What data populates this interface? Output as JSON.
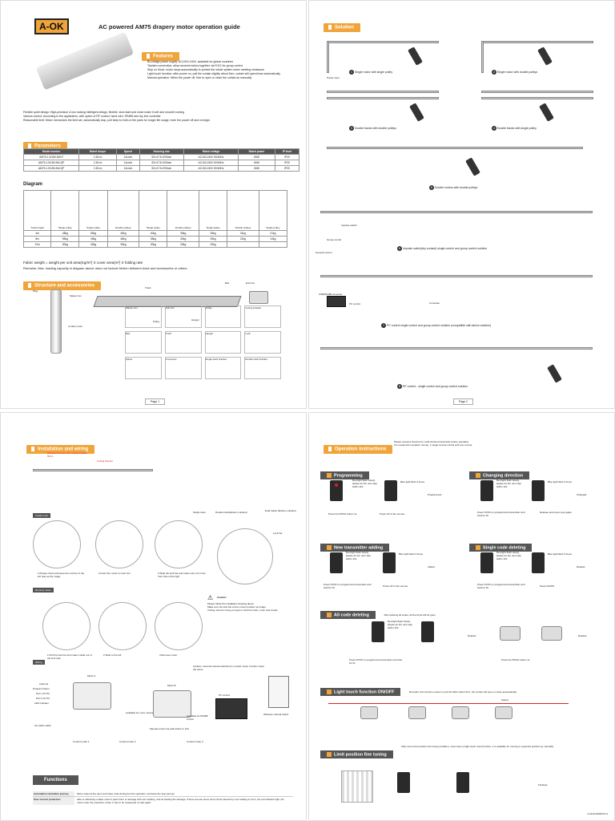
{
  "logo": "A-OK",
  "doc_title": "AC powered AM75 drapery motor operation guide",
  "p1": {
    "features_hdr": "Features",
    "features": [
      "Bi-voltage power supply: AC100V-240V, available for global countries",
      "Tandem connection: allow several motors together via RJ12 for group control",
      "Stop on block: motor stops automatically to protect the whole system when meeting resistance",
      "Light touch function: after power on, pull the curtain slightly about 5cm, curtain will open/close automatically",
      "Manual operation: When the power off, free to open or close the curtain as manually"
    ],
    "features2": [
      "Flexible quiet design: High-precision & low noising intelligent design, flexible, slow start and close make it soft and smooth running",
      "Various control: According to the application, with option of RF control, hand wire, RS485 and dry line controller",
      "Reasonable limit: Motor memorizes the limit set, automatically stop, pull keep to limit on the parts for longer life usage, even the power off and re-begin"
    ],
    "params_hdr": "Parameters",
    "param_head": [
      "Model number",
      "Rated torque",
      "Speed",
      "Housing size",
      "Rated voltage",
      "Rated power",
      "IP level"
    ],
    "param_rows": [
      [
        "AM75-1.5/180-6W-P",
        "1.5N.m",
        "14cm/s",
        "53×47.5×293mm",
        "AC100-240V 50/60Hz",
        "65W",
        "IP20"
      ],
      [
        "AM75-1.5/180-6W-QP",
        "1.5N.m",
        "14cm/s",
        "53×47.5×293mm",
        "AC100-240V 50/60Hz",
        "65W",
        "IP20"
      ],
      [
        "AM75-1.5/180-6W-QP",
        "1.5N.m",
        "14cm/s",
        "53×47.5×293mm",
        "AC100-240V 50/60Hz",
        "65W",
        "IP20"
      ]
    ],
    "diagram_title": "Diagram",
    "diag_cols": [
      "Track length",
      "Single pulley",
      "Single pulley",
      "Double pulleys",
      "Single pulley",
      "Double pulleys",
      "Single pulley",
      "Double pulleys",
      "Single pulley"
    ],
    "diag_rows": [
      [
        "4m",
        "48kg",
        "50kg",
        "45kg",
        "40kg",
        "35kg",
        "36kg",
        "31kg",
        "21kg"
      ],
      [
        "8m",
        "55kg",
        "45kg",
        "48kg",
        "35kg",
        "30kg",
        "25kg",
        "21kg",
        "14kg"
      ],
      [
        "12m",
        "50kg",
        "40kg",
        "35kg",
        "30kg",
        "25kg",
        "20kg",
        "",
        ""
      ]
    ],
    "fabric_note": "Fabric weight = weight per unit area(Kg/m²) X cover area(m²)  X folding rate",
    "remark": "Remarks: Max. loading capacity in diagram above does not include friction between track and accessories or others",
    "struct_hdr": "Structure and accessories",
    "labels": {
      "track": "Track",
      "belt": "Belt",
      "end_box": "End box",
      "plug": "Plug",
      "master_box": "Master box",
      "hanger": "Hanger",
      "pulley": "Pulley",
      "curtain_motor": "Curtain motor"
    },
    "acc": [
      "Master box",
      "Sub box",
      "Pulley",
      "Ceiling bracket",
      "Belt",
      "Track",
      "Hanger",
      "Lock",
      "Spline",
      "Connector",
      "Single track bracket",
      "Double track bracket"
    ],
    "page": "Page 1"
  },
  "p2": {
    "hdr": "Solution",
    "cap1": "Single motor with single pulley",
    "cap2": "Single motor with double pulleys",
    "cap3": "Double tracks with double pulleys",
    "cap4": "Double tracks with single pulley",
    "cap5": "Double motors with double pulleys",
    "cap6": "Impulse switch(dry contact) single control and group control solution",
    "cap7": "PC control single control and group control solution (compatible with above solution)",
    "cap8": "RF control - single control and group control solution",
    "power": "Power input",
    "impulse": "Impulse switch",
    "group": "Group control",
    "general": "General control",
    "usb": "USB/RS485 converter",
    "pc": "PC control",
    "compute": "Computer",
    "page": "Page 2"
  },
  "p3": {
    "hdr": "Installation and wiring",
    "dist": "Distance between two ceiling bracket 50cm",
    "ceiling": "Ceiling bracket",
    "single": "Single track",
    "double": "Double track(fashion curtains)",
    "dual": "Dual tracks (fashion curtains)",
    "install": "Install motor",
    "s1": "1.Please check and keep the end box in the left side as the image",
    "s2": "2.Insert the motor to main box",
    "s3": "3.Slide the lock bar and make sure it is in the front hole of the light",
    "lockbar": "Lock bar",
    "remove": "Remove motor",
    "caution": "Caution:",
    "cautions": [
      "Please follow the installation drawing above",
      "Make sure the lock bar at the correct position as image",
      "Ceiling must be strong enough to hold the track, motor and curtain"
    ],
    "r1": "1.Pull the lock bar and make it slide out of the limit hole",
    "r2": "2.Slide to the left",
    "r3": "3.Remove motor",
    "wiring": "Wiring",
    "motorA": "Motor A",
    "motorB": "Motor B",
    "antenna": "Antenna",
    "prog": "Program button",
    "port1": "Port 1 for PC",
    "port2": "Port 2 for PC",
    "led": "LED indicator",
    "acin": "AC 100V~240V",
    "tandem": "Available for more motors",
    "rs485": "Available for RS485 control",
    "wall": "Manual control via wall switch or 12V",
    "pcctrl": "PC control",
    "wallsw": "Wireless manual switch",
    "caution2": "Caution: external manual switches by contact mode, function: keep the same.",
    "cm1": "Control mode 1",
    "cm2": "Control mode 2",
    "cm3": "Control mode 3",
    "funcs_hdr": "Functions",
    "f1k": "Automation remember journey",
    "f1v": "Motor stops at the open and close ends during the first operation, and keep the stop journey",
    "f2k": "Over current protection",
    "f2v": "Able to effectively enable motor's parts burnt or damage with over loading, and its starting the damage. If there are two times short circuit caused by over loading in 1min, the red indicator light, the motor enter the protection mode. It has to be repowered to start again"
  },
  "p4": {
    "hdr": "Operation instructions",
    "note1": "Please reread a channel for multi-channel transmitter before operation.",
    "note2": "It is required for up/down remote, 1 single remote control with one remote",
    "prog": "Programming",
    "change": "Changing direction",
    "newtx": "New transmitter adding",
    "single": "Single code deleting",
    "allcode": "All code deleting",
    "allnote": "After deleting all codes, all the limits will be gone",
    "light": "Light touch function ON/OFF",
    "lightnote": "Remarks: this function means to pull the fabric about 5cm, the curtain will open or close automatically",
    "limit": "Limit position fine tuning",
    "limitnote": "After some limit position fine tuning condition, motor has no light touch reset function, it is available for moving to expected position by manually",
    "red_flash": "Red light flash slowly, please do the next step within 10s",
    "blue_flash": "Blue light flash 3 times",
    "programmed": "Programmed",
    "changed": "Changed",
    "added": "Added",
    "deleted": "Deleted",
    "setted": "Setted",
    "finished": "Finished",
    "prog_btn": "Press the PROG button 1s",
    "up_remote": "Press UP of the remote",
    "stop_prog": "Press STOP on programmed transmitter and hold for 5s",
    "release": "Release and press stop again",
    "down": "Press DOWN",
    "version": "A-2116-20620/V1.0"
  }
}
